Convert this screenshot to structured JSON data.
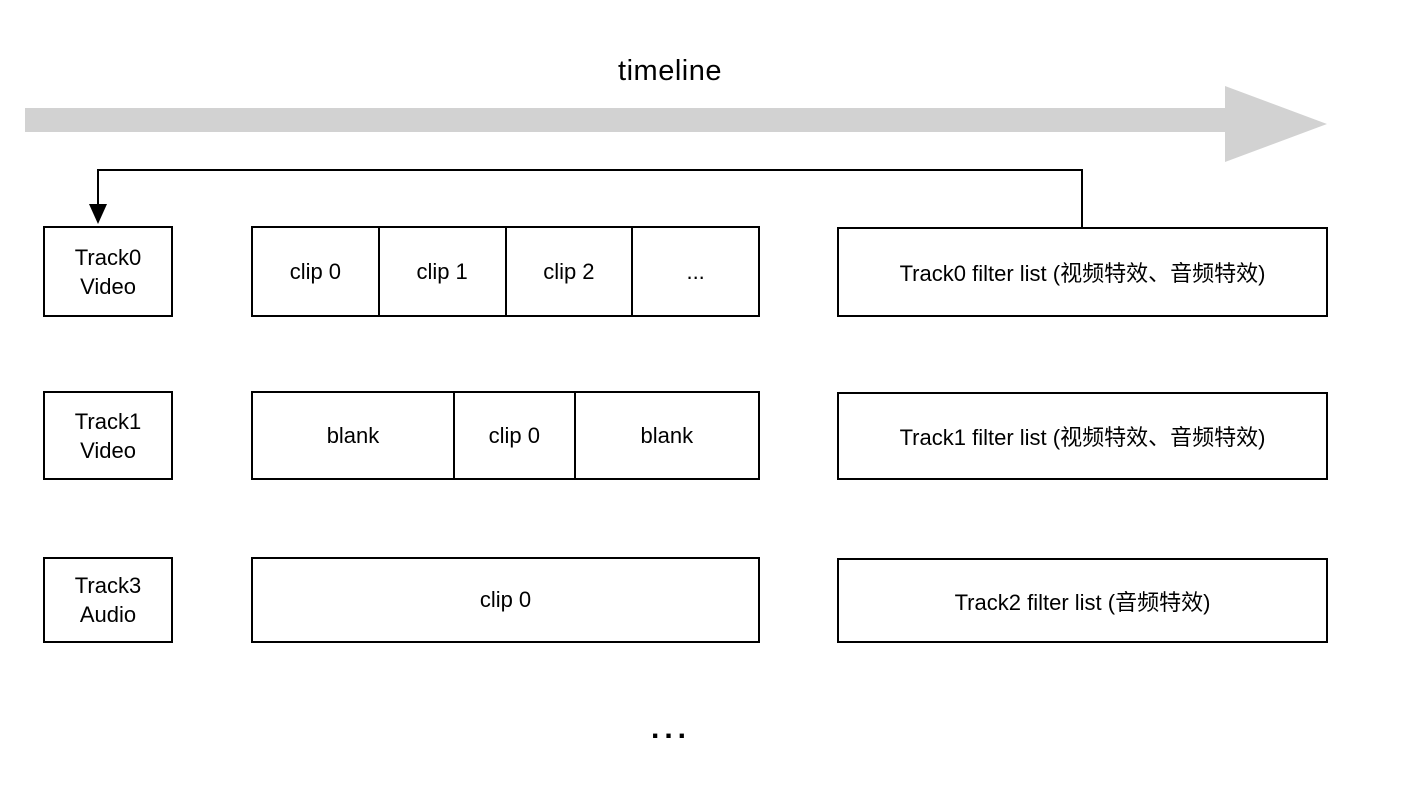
{
  "diagram": {
    "title": "timeline",
    "more": "...",
    "colors": {
      "arrow_gray": "#d2d2d2",
      "line_black": "#000000",
      "background": "#ffffff"
    },
    "rows": [
      {
        "track": {
          "line1": "Track0",
          "line2": "Video"
        },
        "clips": [
          "clip 0",
          "clip 1",
          "clip 2",
          "..."
        ],
        "filter": "Track0 filter list (视频特效、音频特效)"
      },
      {
        "track": {
          "line1": "Track1",
          "line2": "Video"
        },
        "clips": [
          "blank",
          "clip 0",
          "blank"
        ],
        "filter": "Track1 filter list (视频特效、音频特效)"
      },
      {
        "track": {
          "line1": "Track3",
          "line2": "Audio"
        },
        "clips": [
          "clip 0"
        ],
        "filter": "Track2 filter list (音频特效)"
      }
    ]
  }
}
